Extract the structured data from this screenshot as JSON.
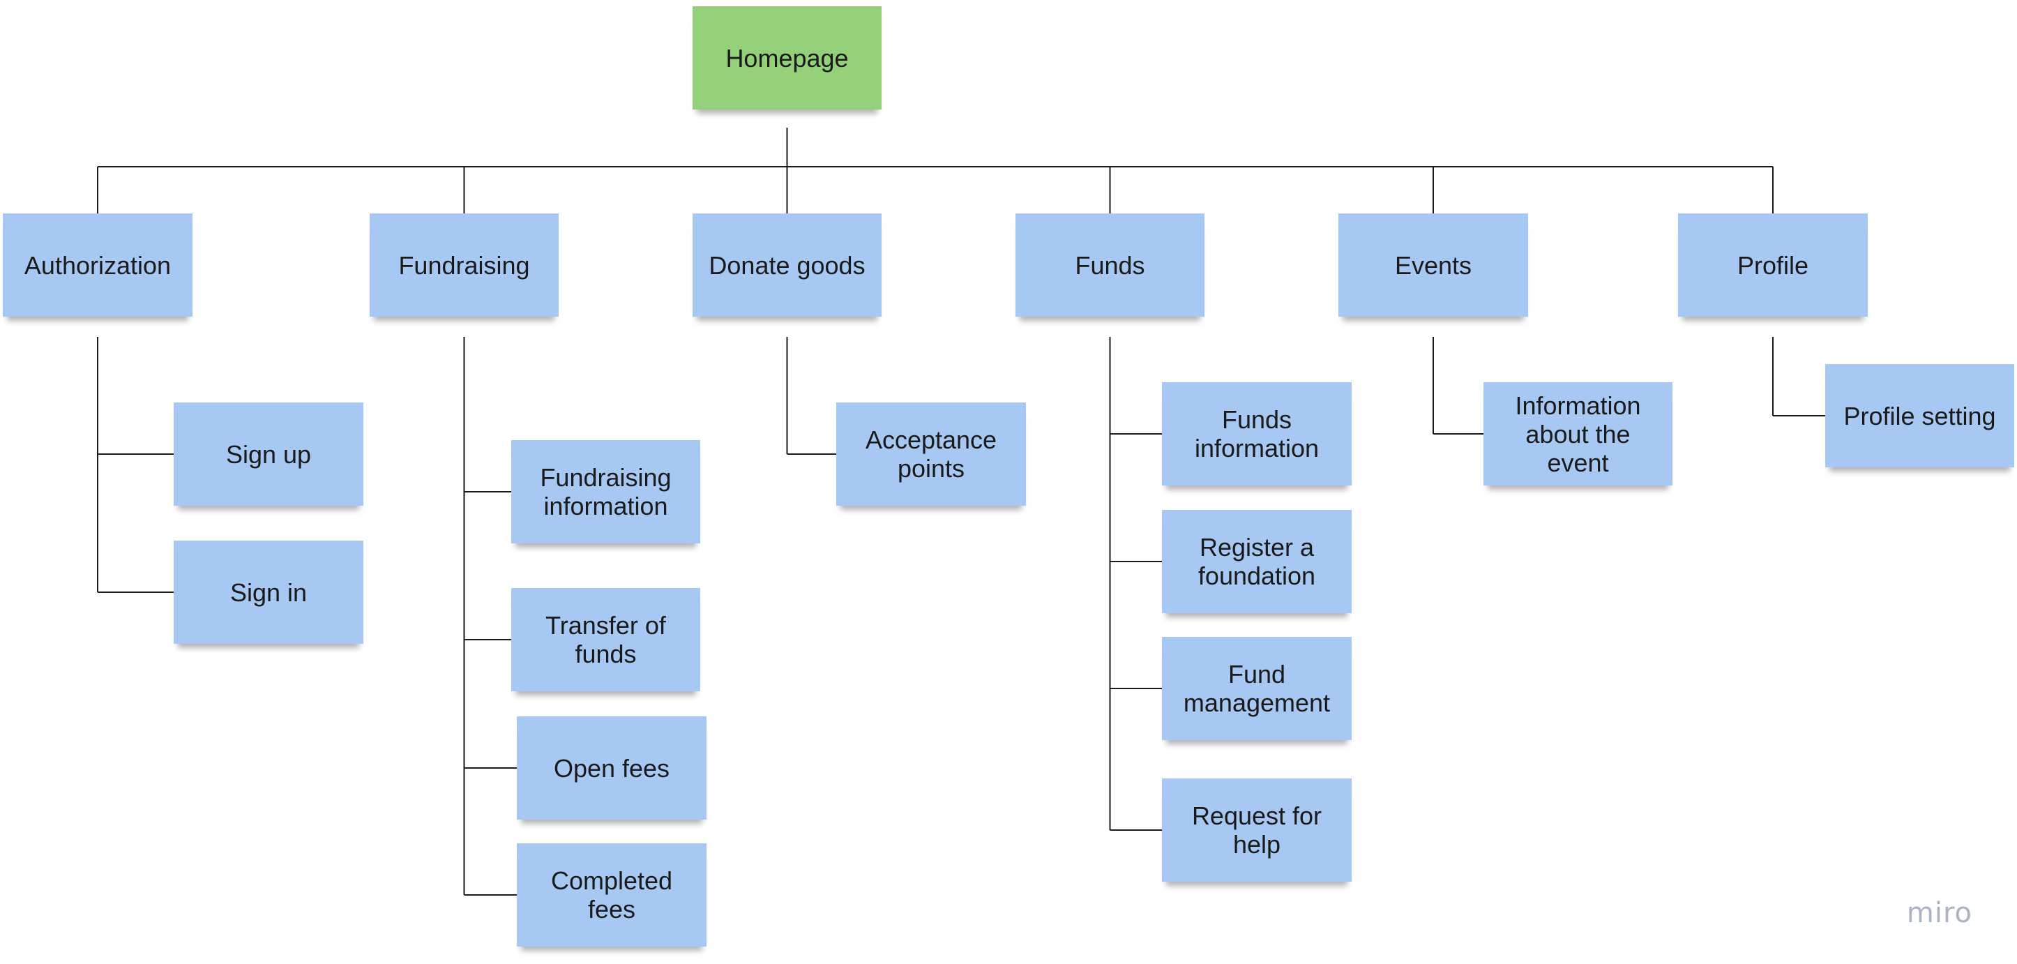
{
  "diagram": {
    "root": {
      "id": "n-homepage",
      "label": "Homepage"
    },
    "sections": [
      {
        "id": "n-authorization",
        "label": "Authorization",
        "children": [
          {
            "id": "n-sign-up",
            "label": "Sign up"
          },
          {
            "id": "n-sign-in",
            "label": "Sign in"
          }
        ]
      },
      {
        "id": "n-fundraising",
        "label": "Fundraising",
        "children": [
          {
            "id": "n-fundraising-information",
            "label": "Fundraising\ninformation"
          },
          {
            "id": "n-transfer-of-funds",
            "label": "Transfer of\nfunds"
          },
          {
            "id": "n-open-fees",
            "label": "Open fees"
          },
          {
            "id": "n-completed-fees",
            "label": "Completed\nfees"
          }
        ]
      },
      {
        "id": "n-donate-goods",
        "label": "Donate goods",
        "children": [
          {
            "id": "n-acceptance-points",
            "label": "Acceptance\npoints"
          }
        ]
      },
      {
        "id": "n-funds",
        "label": "Funds",
        "children": [
          {
            "id": "n-funds-information",
            "label": "Funds\ninformation"
          },
          {
            "id": "n-register-a-foundation",
            "label": "Register a\nfoundation"
          },
          {
            "id": "n-fund-management",
            "label": "Fund\nmanagement"
          },
          {
            "id": "n-request-for-help",
            "label": "Request for\nhelp"
          }
        ]
      },
      {
        "id": "n-events",
        "label": "Events",
        "children": [
          {
            "id": "n-information-about-the-event",
            "label": "Information\nabout the\nevent"
          }
        ]
      },
      {
        "id": "n-profile",
        "label": "Profile",
        "children": [
          {
            "id": "n-profile-setting",
            "label": "Profile setting"
          }
        ]
      }
    ],
    "colors": {
      "root": "#94d07a",
      "node": "#a6c8f2",
      "line": "#1a1a1a"
    }
  },
  "watermark": "miro"
}
